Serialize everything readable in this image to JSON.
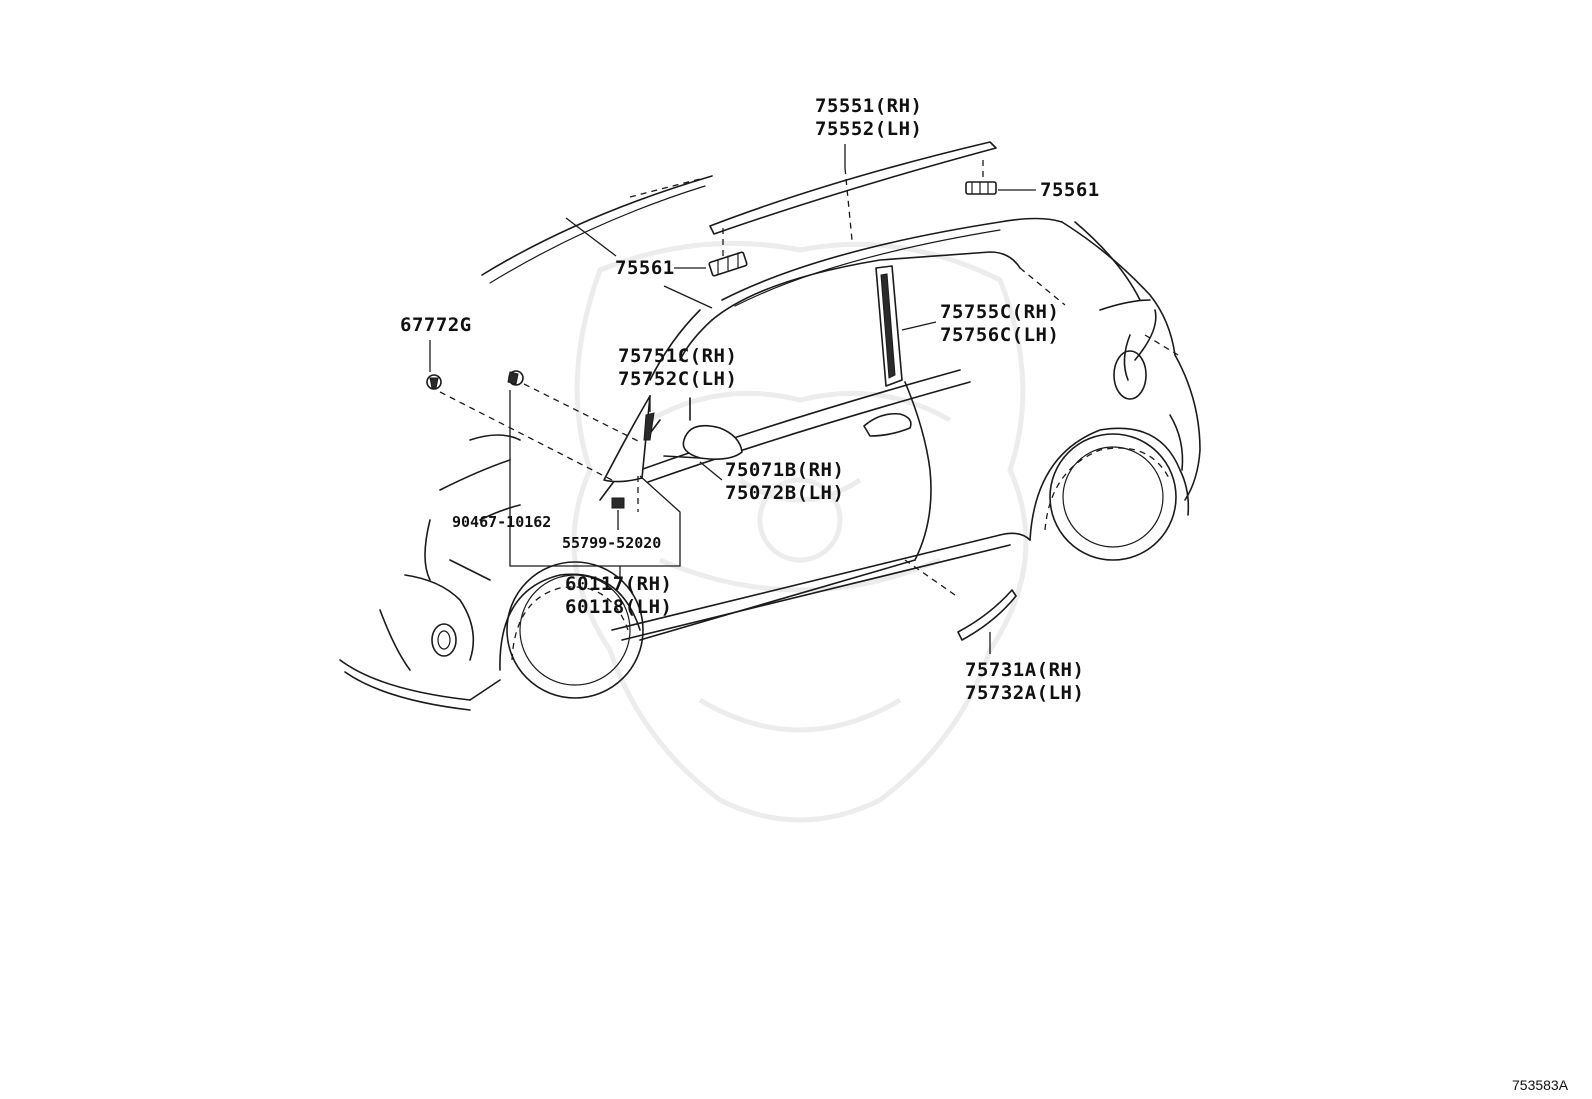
{
  "callouts": {
    "c75551": "75551(RH)",
    "c75552": "75552(LH)",
    "c75561_right": "75561",
    "c75561_left": "75561",
    "c67772g": "67772G",
    "c75755c": "75755C(RH)",
    "c75756c": "75756C(LH)",
    "c75751c": "75751C(RH)",
    "c75752c": "75752C(LH)",
    "c75071b": "75071B(RH)",
    "c75072b": "75072B(LH)",
    "c90467": "90467-10162",
    "c55799": "55799-52020",
    "c60117": "60117(RH)",
    "c60118": "60118(LH)",
    "c75731a": "75731A(RH)",
    "c75732a": "75732A(LH)"
  },
  "figure_ref": "753583A",
  "colors": {
    "ink": "#1a1a1a",
    "watermark": "#ececec",
    "background": "#ffffff"
  }
}
